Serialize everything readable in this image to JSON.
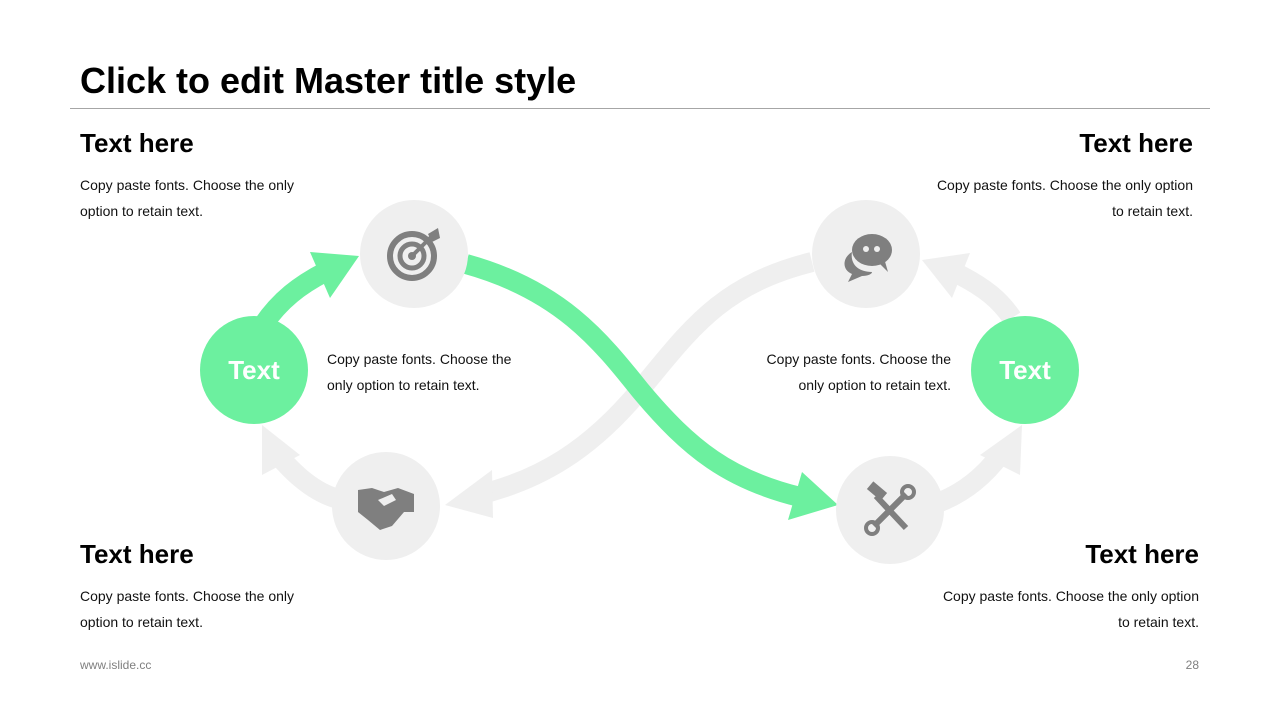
{
  "title": "Click to edit Master title style",
  "corners": [
    {
      "heading": "Text here",
      "body_line1": "Copy paste fonts. Choose the only",
      "body_line2": "option to retain text."
    },
    {
      "heading": "Text here",
      "body_line1": "Copy paste fonts. Choose the only option",
      "body_line2": "to retain text."
    },
    {
      "heading": "Text here",
      "body_line1": "Copy paste fonts. Choose the only",
      "body_line2": "option to retain text."
    },
    {
      "heading": "Text here",
      "body_line1": "Copy paste fonts. Choose the only option",
      "body_line2": "to retain text."
    }
  ],
  "center_left": {
    "label": "Text",
    "line1": "Copy paste fonts. Choose the",
    "line2": "only option to retain text."
  },
  "center_right": {
    "label": "Text",
    "line1": "Copy paste fonts. Choose the",
    "line2": "only option to retain text."
  },
  "icons": [
    "target-icon",
    "chat-icon",
    "handshake-icon",
    "tools-icon"
  ],
  "colors": {
    "accent": "#6cf09f",
    "gray": "#efefef",
    "icon": "#7f7f7f"
  },
  "footer": {
    "url": "www.islide.cc",
    "page": "28"
  }
}
